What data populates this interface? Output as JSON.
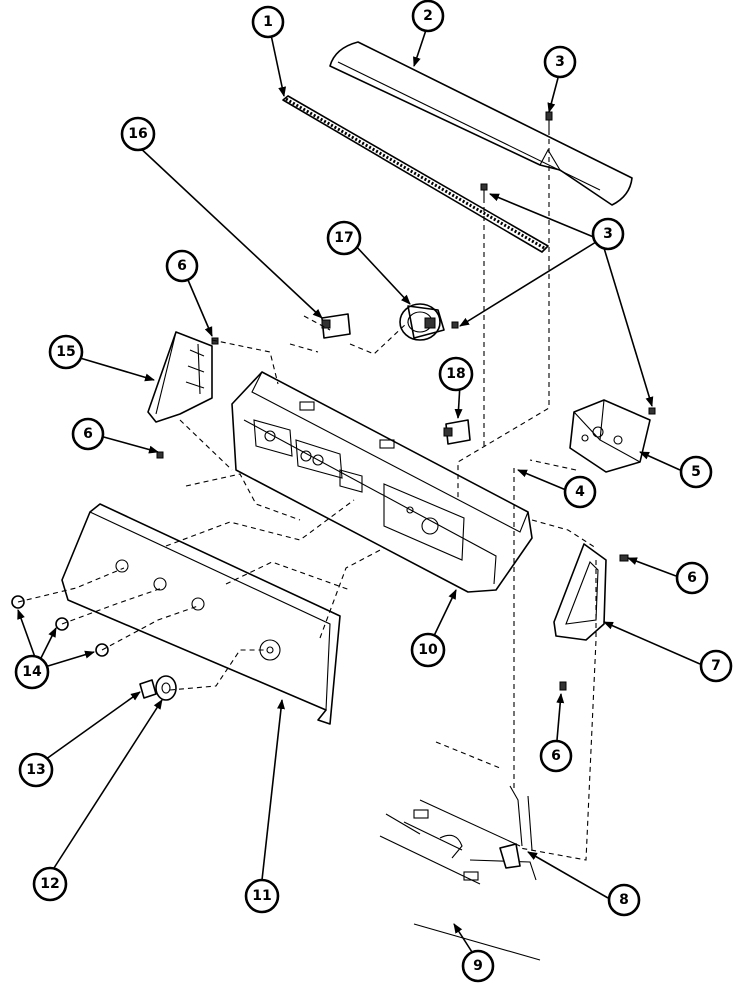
{
  "diagram": {
    "callouts": [
      {
        "id": "c1",
        "label": "1"
      },
      {
        "id": "c2",
        "label": "2"
      },
      {
        "id": "c3a",
        "label": "3"
      },
      {
        "id": "c3b",
        "label": "3"
      },
      {
        "id": "c4",
        "label": "4"
      },
      {
        "id": "c5",
        "label": "5"
      },
      {
        "id": "c6a",
        "label": "6"
      },
      {
        "id": "c6b",
        "label": "6"
      },
      {
        "id": "c6c",
        "label": "6"
      },
      {
        "id": "c6d",
        "label": "6"
      },
      {
        "id": "c7",
        "label": "7"
      },
      {
        "id": "c8",
        "label": "8"
      },
      {
        "id": "c9",
        "label": "9"
      },
      {
        "id": "c10",
        "label": "10"
      },
      {
        "id": "c11",
        "label": "11"
      },
      {
        "id": "c12",
        "label": "12"
      },
      {
        "id": "c13",
        "label": "13"
      },
      {
        "id": "c14",
        "label": "14"
      },
      {
        "id": "c15",
        "label": "15"
      },
      {
        "id": "c16",
        "label": "16"
      },
      {
        "id": "c17",
        "label": "17"
      },
      {
        "id": "c18",
        "label": "18"
      }
    ]
  }
}
